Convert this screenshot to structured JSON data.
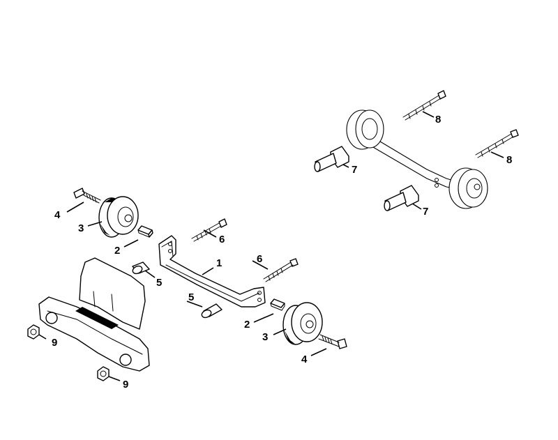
{
  "callouts": {
    "c1": "1",
    "c2a": "2",
    "c2b": "2",
    "c3a": "3",
    "c3b": "3",
    "c4a": "4",
    "c4b": "4",
    "c5a": "5",
    "c5b": "5",
    "c6a": "6",
    "c6b": "6",
    "c7a": "7",
    "c7b": "7",
    "c8a": "8",
    "c8b": "8",
    "c9a": "9",
    "c9b": "9"
  }
}
